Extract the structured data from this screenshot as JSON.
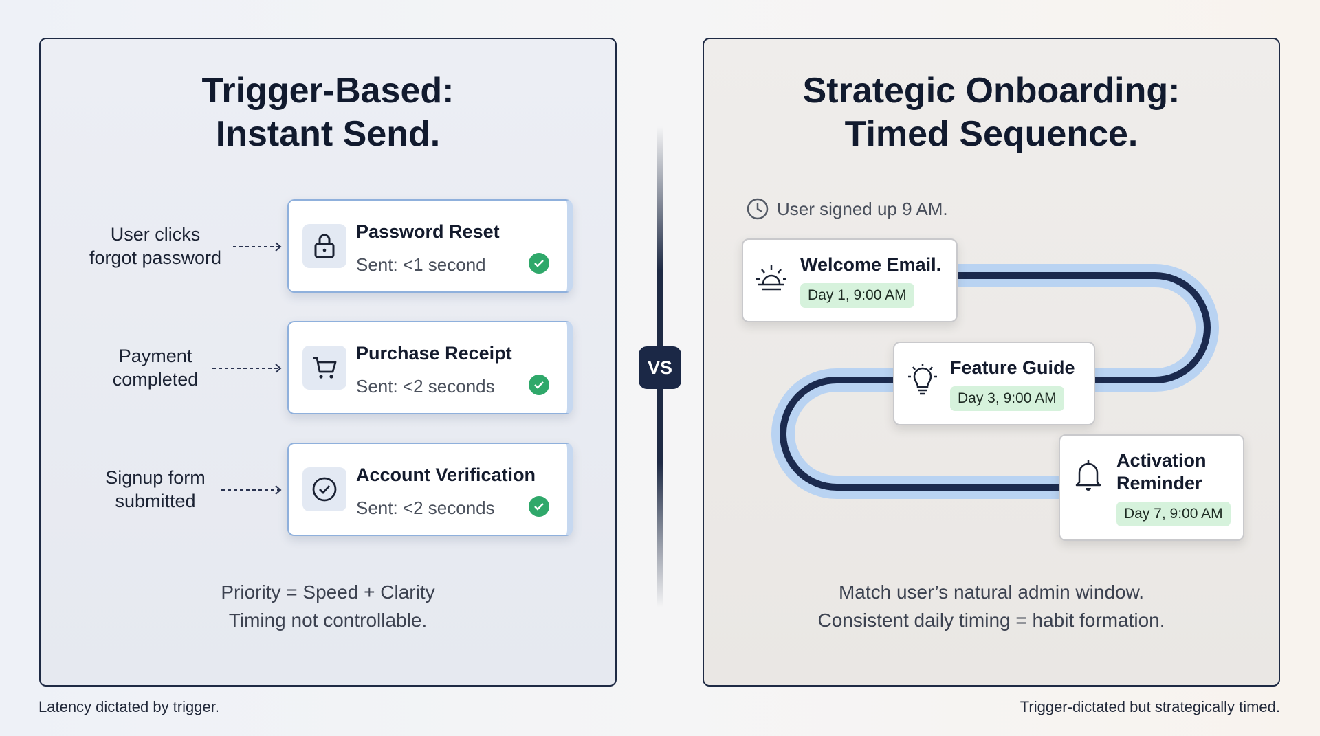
{
  "left_panel": {
    "title_line1": "Trigger-Based:",
    "title_line2": "Instant Send.",
    "items": [
      {
        "trigger_line1": "User clicks",
        "trigger_line2": "forgot password",
        "title": "Password Reset",
        "sent": "Sent: <1 second",
        "icon": "lock-icon",
        "status": "success"
      },
      {
        "trigger_line1": "Payment",
        "trigger_line2": "completed",
        "title": "Purchase Receipt",
        "sent": "Sent: <2 seconds",
        "icon": "cart-icon",
        "status": "success"
      },
      {
        "trigger_line1": "Signup form",
        "trigger_line2": "submitted",
        "title": "Account Verification",
        "sent": "Sent: <2 seconds",
        "icon": "check-circle-icon",
        "status": "success"
      }
    ],
    "footer_line1": "Priority = Speed + Clarity",
    "footer_line2": "Timing not controllable."
  },
  "vs_label": "VS",
  "right_panel": {
    "title_line1": "Strategic Onboarding:",
    "title_line2": "Timed Sequence.",
    "start_text": "User signed up 9 AM.",
    "steps": [
      {
        "title": "Welcome Email.",
        "time": "Day 1, 9:00 AM",
        "icon": "sunrise-icon"
      },
      {
        "title": "Feature Guide",
        "time": "Day 3, 9:00 AM",
        "icon": "lightbulb-icon"
      },
      {
        "title_line1": "Activation",
        "title_line2": "Reminder",
        "time": "Day 7, 9:00 AM",
        "icon": "bell-icon"
      }
    ],
    "footer_line1": "Match user’s natural admin window.",
    "footer_line2": "Consistent daily timing = habit formation."
  },
  "caption_left": "Latency dictated by trigger.",
  "caption_right": "Trigger-dictated but strategically timed.",
  "colors": {
    "navy": "#1e2a44",
    "success": "#2fa86a",
    "pill": "#d6f2dc",
    "path_halo": "#b9d3f2"
  }
}
